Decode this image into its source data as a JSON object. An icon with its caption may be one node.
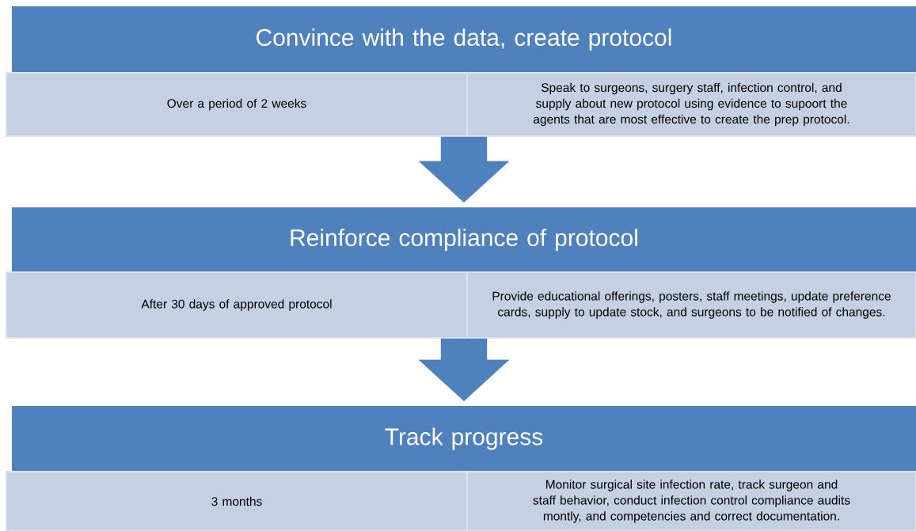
{
  "diagram": {
    "nodes": [
      {
        "text": [
          "Convince with the data, create protocol"
        ]
      },
      {
        "text": [
          "Over a period of 2 weeks"
        ]
      },
      {
        "text": [
          "Speak to surgeons, surgery staff, infection control, and supply about new protocol using evidence to supoort  the agents that are most effective to create the prep protocol."
        ]
      },
      {
        "text": [
          "Reinforce compliance of protocol"
        ]
      },
      {
        "text": [
          "After 30 days of approved protocol"
        ]
      },
      {
        "text": [
          "Provide educational offerings, posters, staff meetings, update preference cards, supply to update stock, and surgeons to be notified of changes."
        ]
      },
      {
        "text": [
          "Track progress"
        ]
      },
      {
        "text": [
          "3 months"
        ]
      },
      {
        "text": [
          "Monitor surgical site infection rate, track surgeon and staff behavior, conduct infection control compliance audits montly, and competencies and correct documentation."
        ]
      }
    ],
    "edges": [
      {
        "from": 0,
        "to": 3,
        "arrow": "to"
      },
      {
        "from": 3,
        "to": 6,
        "arrow": "to"
      }
    ]
  }
}
